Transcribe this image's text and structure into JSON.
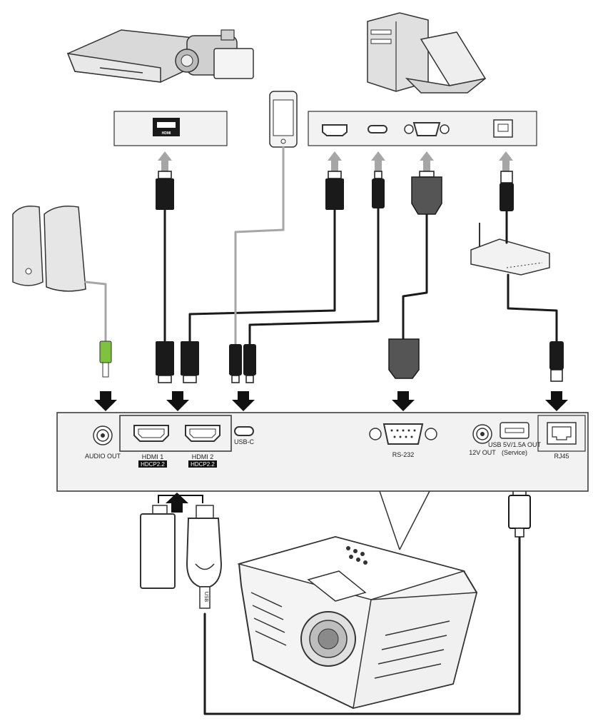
{
  "panel": {
    "audio_out": "AUDIO OUT",
    "hdmi1": "HDMI 1",
    "hdmi2": "HDMI 2",
    "hdcp1": "HDCP2.2",
    "hdcp2": "HDCP2.2",
    "usb_c": "USB-C",
    "rs232": "RS-232",
    "twelve_v_out": "12V OUT",
    "usb_out_line1": "USB 5V/1.5A OUT",
    "usb_out_line2": "(Service)",
    "rj45": "RJ45"
  },
  "source_hdmi_label": "HDMI",
  "dongle_label": "USB",
  "colors": {
    "cable": "#1a1a1a",
    "gray_cable": "#a6a6a6",
    "arrow_dark": "#111111",
    "arrow_gray": "#a6a6a6",
    "audio_plug": "#7ec23e",
    "panel_fill": "#f2f2f2"
  },
  "icons": [
    "speaker-icon",
    "dvd-player-icon",
    "camcorder-icon",
    "smartphone-icon",
    "desktop-pc-icon",
    "laptop-icon",
    "router-icon",
    "hdmi-dongle-icon",
    "wireless-dongle-icon",
    "projector-icon"
  ]
}
